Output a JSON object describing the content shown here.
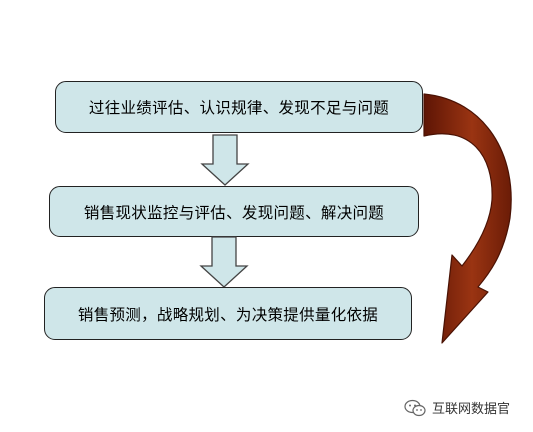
{
  "diagram": {
    "steps": [
      {
        "label": "过往业绩评估、认识规律、发现不足与问题"
      },
      {
        "label": "销售现状监控与评估、发现问题、解决问题"
      },
      {
        "label": "销售预测，战略规划、为决策提供量化依据"
      }
    ],
    "colors": {
      "box_fill": "#cfe6e9",
      "box_border": "#222222",
      "down_arrow_fill": "#cfe6e9",
      "curved_arrow_fill": "#8b2a10"
    }
  },
  "watermark": {
    "icon": "wechat-icon",
    "text": "互联网数据官"
  }
}
